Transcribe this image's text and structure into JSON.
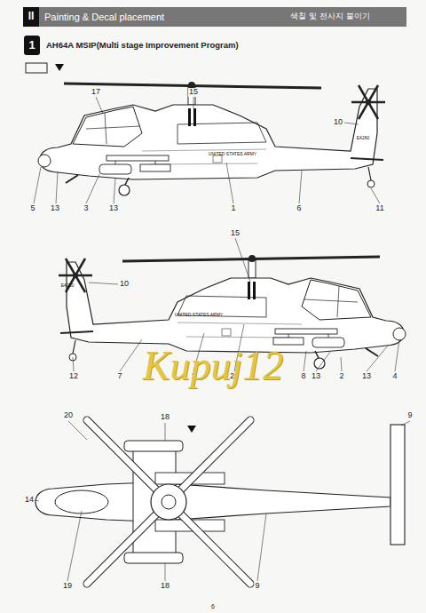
{
  "diagram": {
    "title": "Painting & Decal placement",
    "labels": [
      "II",
      "색칠 및 전사지 붙이기",
      "1",
      "AH64A MSIP(Multi stage Improvement Program)",
      "17",
      "15",
      "10",
      "E4260",
      "UNITED STATES ARMY",
      "5",
      "13",
      "3",
      "13",
      "1",
      "6",
      "11",
      "15",
      "E4260",
      "10",
      "UNITED STATES ARMY",
      "12",
      "7",
      "1",
      "21",
      "8",
      "13",
      "2",
      "13",
      "4",
      "Kupuj12",
      "20",
      "18",
      "9",
      "14",
      "19",
      "18",
      "9",
      "6"
    ]
  }
}
